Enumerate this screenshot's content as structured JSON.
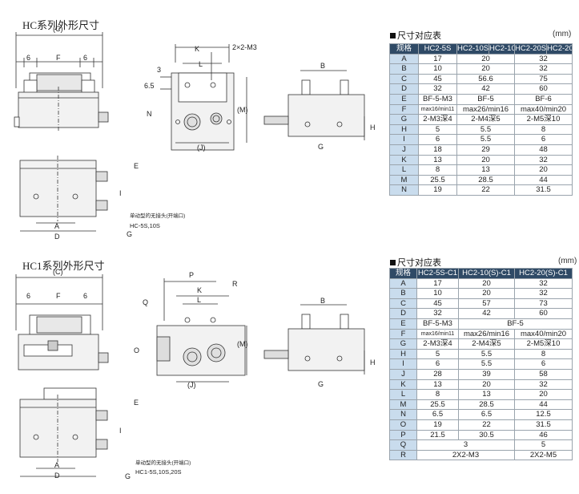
{
  "hc": {
    "title": "HC系列外形尺寸",
    "dim_labels": {
      "C": "(C)",
      "six": "6",
      "F": "F",
      "A": "A",
      "D": "D",
      "K": "K",
      "L": "L",
      "J": "(J)",
      "M": "(M)",
      "N": "N",
      "three": "3",
      "six5": "6.5",
      "m3": "2×2-M3",
      "B": "B",
      "G": "G",
      "H": "H",
      "E": "E",
      "I": "I"
    },
    "note_cn": "单动型的无接头(开端口)",
    "note_models": "HC-5S,10S",
    "table": {
      "caption": "尺寸对应表",
      "unit": "(mm)",
      "headers": [
        "规格",
        "HC2-5S",
        "HC2-10S",
        "HC2-10",
        "HC2-20S",
        "HC2-20"
      ],
      "rows": [
        [
          "A",
          "17",
          "20",
          "32"
        ],
        [
          "B",
          "10",
          "20",
          "32"
        ],
        [
          "C",
          "45",
          "56.6",
          "75"
        ],
        [
          "D",
          "32",
          "42",
          "60"
        ],
        [
          "E",
          "BF-5-M3",
          "BF-5",
          "BF-6"
        ],
        [
          "F",
          "max16/min11",
          "max26/min16",
          "max40/min20"
        ],
        [
          "G",
          "2-M3深4",
          "2-M4深5",
          "2-M5深10"
        ],
        [
          "H",
          "5",
          "5.5",
          "8"
        ],
        [
          "I",
          "6",
          "5.5",
          "6"
        ],
        [
          "J",
          "18",
          "29",
          "48"
        ],
        [
          "K",
          "13",
          "20",
          "32"
        ],
        [
          "L",
          "8",
          "13",
          "20"
        ],
        [
          "M",
          "25.5",
          "28.5",
          "44"
        ],
        [
          "N",
          "19",
          "22",
          "31.5"
        ]
      ]
    }
  },
  "hc1": {
    "title": "HC1系列外形尺寸",
    "dim_labels": {
      "C": "(C)",
      "six": "6",
      "F": "F",
      "A": "A",
      "D": "D",
      "P": "P",
      "K": "K",
      "L": "L",
      "J": "(J)",
      "M": "(M)",
      "O": "O",
      "Q": "Q",
      "R": "R",
      "B": "B",
      "G": "G",
      "H": "H",
      "E": "E",
      "I": "I"
    },
    "note_cn": "单动型的无接头(开端口)",
    "note_models": "HC1-5S,10S,20S",
    "table": {
      "caption": "尺寸对应表",
      "unit": "(mm)",
      "headers": [
        "规格",
        "HC2-5S-C1",
        "HC2-10(S)-C1",
        "HC2-20(S)-C1"
      ],
      "rows": [
        [
          "A",
          [
            "17",
            "20",
            "32"
          ]
        ],
        [
          "B",
          [
            "10",
            "20",
            "32"
          ]
        ],
        [
          "C",
          [
            "45",
            "57",
            "73"
          ]
        ],
        [
          "D",
          [
            "32",
            "42",
            "60"
          ]
        ],
        [
          "E",
          [
            "BF-5-M3",
            "BF-5"
          ]
        ],
        [
          "F",
          [
            "max16/min11",
            "max26/min16",
            "max40/min20"
          ]
        ],
        [
          "G",
          [
            "2-M3深4",
            "2-M4深5",
            "2-M5深10"
          ]
        ],
        [
          "H",
          [
            "5",
            "5.5",
            "8"
          ]
        ],
        [
          "I",
          [
            "6",
            "5.5",
            "6"
          ]
        ],
        [
          "J",
          [
            "28",
            "39",
            "58"
          ]
        ],
        [
          "K",
          [
            "13",
            "20",
            "32"
          ]
        ],
        [
          "L",
          [
            "8",
            "13",
            "20"
          ]
        ],
        [
          "M",
          [
            "25.5",
            "28.5",
            "44"
          ]
        ],
        [
          "N",
          [
            "6.5",
            "6.5",
            "12.5"
          ]
        ],
        [
          "O",
          [
            "19",
            "22",
            "31.5"
          ]
        ],
        [
          "P",
          [
            "21.5",
            "30.5",
            "46"
          ]
        ],
        [
          "Q",
          [
            "3",
            "5"
          ]
        ],
        [
          "R",
          [
            "2X2-M3",
            "2X2-M5"
          ]
        ]
      ]
    }
  }
}
